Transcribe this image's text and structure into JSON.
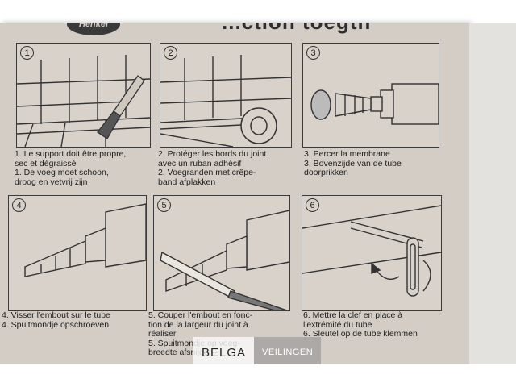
{
  "header": {
    "logo_text": "Henkel",
    "title_fragment": "...ction toegth"
  },
  "steps": [
    {
      "number": "1",
      "icon": "tile-corner-brush-icon",
      "lines": [
        "1. Le support doit être propre,",
        "sec et dégraissé",
        "1. De voeg moet schoon,",
        "droog en vetvrij zijn"
      ]
    },
    {
      "number": "2",
      "icon": "tile-corner-tape-icon",
      "lines": [
        "2. Protéger les bords du joint",
        "avec un ruban adhésif",
        "2. Voegranden met crêpe-",
        "band afplakken"
      ]
    },
    {
      "number": "3",
      "icon": "nozzle-tube-icon",
      "lines": [
        "3. Percer la membrane",
        "3. Bovenzijde van de tube",
        "doorprikken"
      ]
    },
    {
      "number": "4",
      "icon": "nozzle-screw-icon",
      "lines": [
        "4. Visser l'embout sur le tube",
        "4. Spuitmondje opschroeven"
      ]
    },
    {
      "number": "5",
      "icon": "nozzle-cut-knife-icon",
      "lines": [
        "5. Couper l'embout en fonc-",
        "tion de la largeur du joint à",
        "réaliser",
        "5. Spuitmondje op voeg-",
        "breedte afsnijden"
      ]
    },
    {
      "number": "6",
      "icon": "tube-key-icon",
      "lines": [
        "6. Mettre la clef en place à",
        "l'extrémité du tube",
        "6. Sleutel op de tube klemmen"
      ]
    }
  ],
  "watermark": {
    "brand": "BELGA",
    "suffix": "VEILINGEN"
  }
}
